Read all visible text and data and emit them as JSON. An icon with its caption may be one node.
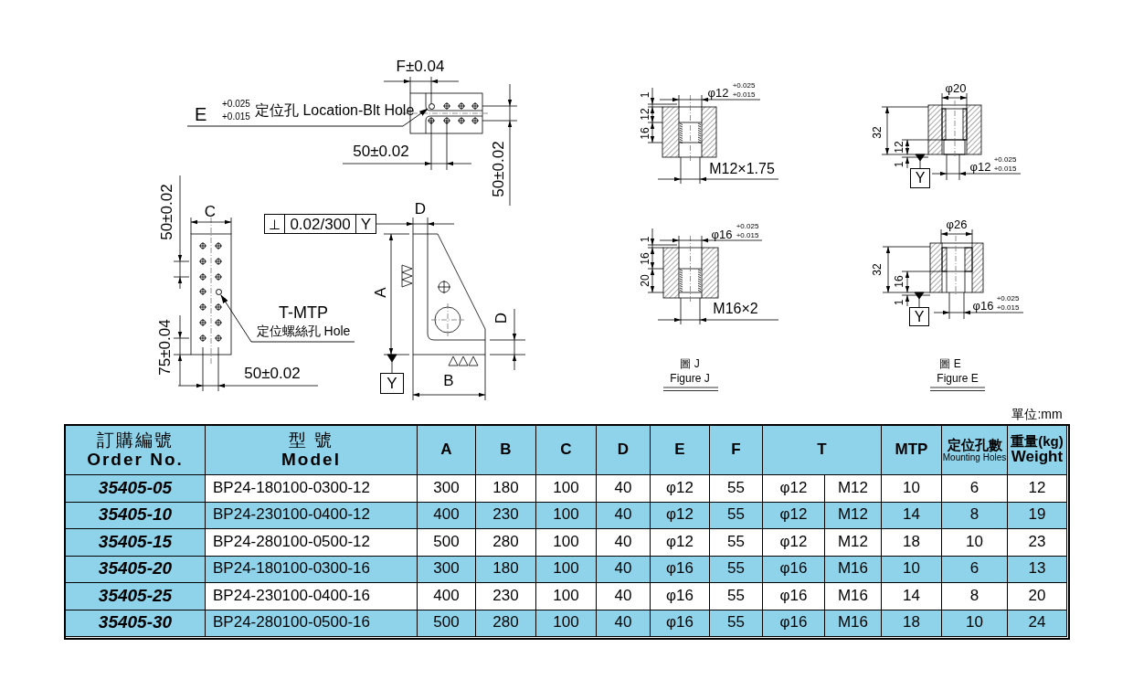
{
  "diagram": {
    "nodes": [
      {
        "text": [
          "E",
          "+0.025",
          "+0.015",
          "定位孔 Location-Blt Hole"
        ]
      },
      {
        "text": [],
        "shape": "circle"
      },
      {
        "text": [
          "T-MTP",
          "定位螺絲孔 Hole"
        ]
      },
      {
        "text": [],
        "shape": "circle"
      }
    ],
    "edges": [
      {
        "from": 0,
        "to": 1,
        "arrow": "to"
      },
      {
        "from": 2,
        "to": 3,
        "arrow": "to"
      }
    ],
    "labels": [
      "F±0.04",
      "50±0.02",
      "50±0.02",
      "50±0.02",
      "C",
      "75±0.04",
      "50±0.02",
      "⊥",
      "0.02/300",
      "Y",
      "D",
      "A",
      "D",
      "Y",
      "B",
      "1",
      "12",
      "16",
      "φ12",
      "+0.025",
      "+0.015",
      "M12×1.75",
      "1",
      "16",
      "20",
      "φ16",
      "+0.025",
      "+0.015",
      "M16×2",
      "圖 J",
      "Figure J",
      "φ20",
      "32",
      "12",
      "1",
      "Y",
      "φ12",
      "+0.025",
      "+0.015",
      "φ26",
      "32",
      "16",
      "1",
      "Y",
      "φ16",
      "+0.025",
      "+0.015",
      "圖 E",
      "Figure E",
      "單位:mm",
      "訂購編號",
      "Order No.",
      "型 號",
      "Model",
      "A",
      "B",
      "C",
      "D",
      "E",
      "F",
      "T",
      "MTP",
      "定位孔數",
      "Mounting Holes",
      "重量(kg)",
      "Weight",
      "35405-05",
      "BP24-180100-0300-12",
      "300",
      "180",
      "100",
      "40",
      "φ12",
      "55",
      "φ12",
      "M12",
      "10",
      "6",
      "12",
      "35405-10",
      "BP24-230100-0400-12",
      "400",
      "230",
      "100",
      "40",
      "φ12",
      "55",
      "φ12",
      "M12",
      "14",
      "8",
      "19",
      "35405-15",
      "BP24-280100-0500-12",
      "500",
      "280",
      "100",
      "40",
      "φ12",
      "55",
      "φ12",
      "M12",
      "18",
      "10",
      "23",
      "35405-20",
      "BP24-180100-0300-16",
      "300",
      "180",
      "100",
      "40",
      "φ16",
      "55",
      "φ16",
      "M16",
      "10",
      "6",
      "13",
      "35405-25",
      "BP24-230100-0400-16",
      "400",
      "230",
      "100",
      "40",
      "φ16",
      "55",
      "φ16",
      "M16",
      "14",
      "8",
      "20",
      "35405-30",
      "BP24-280100-0500-16",
      "500",
      "280",
      "100",
      "40",
      "φ16",
      "55",
      "φ16",
      "M16",
      "18",
      "10",
      "24"
    ]
  }
}
